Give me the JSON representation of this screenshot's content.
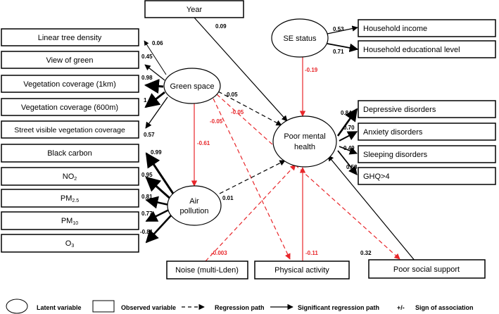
{
  "observed": {
    "year": "Year",
    "linear_tree_density": "Linear tree density",
    "view_of_green": "View  of green",
    "veg_cov_1km": "Vegetation coverage (1km)",
    "veg_cov_600m": "Vegetation coverage (600m)",
    "street_veg": "Street visible vegetation coverage",
    "black_carbon": "Black carbon",
    "no2": "NO",
    "no2_sub": "2",
    "pm25": "PM",
    "pm25_sub": "2.5",
    "pm10": "PM",
    "pm10_sub": "10",
    "o3": "O",
    "o3_sub": "3",
    "household_income": "Household income",
    "household_edu": "Household educational level",
    "depressive": "Depressive disorders",
    "anxiety": "Anxiety disorders",
    "sleeping": "Sleeping disorders",
    "ghq": "GHQ>4",
    "noise": "Noise (multi-Lden)",
    "physical_activity": "Physical activity",
    "social_support": "Poor social support"
  },
  "latent": {
    "green_space": "Green space",
    "se_status": "SE status",
    "air_line1": "Air",
    "air_line2": "pollution",
    "pmh_line1": "Poor mental",
    "pmh_line2": "health"
  },
  "coefficients": {
    "linear_tree_density": "0.06",
    "view_of_green": "0.45",
    "veg_cov_1km": "0.98",
    "veg_cov_600m": "1",
    "street_veg": "0.57",
    "black_carbon": "0.99",
    "no2": "0.95",
    "pm25": "0.81",
    "pm10": "0.77",
    "o3": "-0.81",
    "year": "0.09",
    "household_income": "0.53",
    "household_edu": "0.71",
    "se_to_pmh": "-0.19",
    "gs_to_pmh": "0.05",
    "gs_to_air": "-0.61",
    "noise_to_gs": "-0.05",
    "pa_to_gs": "-0.05",
    "air_to_pmh": "0.01",
    "noise_to_pmh": "-0.003",
    "pa_to_pmh": "-0.11",
    "social_to_pmh": "0.32",
    "depressive": "0.84",
    "anxiety": "0.70",
    "sleeping": "0.49",
    "ghq": "0.58"
  },
  "legend": {
    "latent": "Latent variable",
    "observed": "Observed variable",
    "regression": "Regression path",
    "significant": "Significant regression path",
    "sign_symbol": "+/-",
    "sign": "Sign of association"
  },
  "colors": {
    "line": "#000000",
    "highlight": "#e8262a"
  }
}
